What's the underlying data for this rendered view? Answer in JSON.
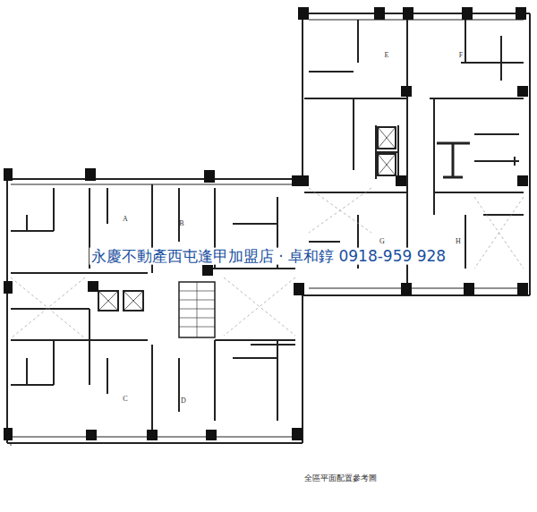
{
  "diagram": {
    "caption": "全區平面配置參考圖",
    "labels": [
      "E",
      "F",
      "A",
      "B",
      "G",
      "H",
      "永慶不動產西屯逢甲加盟店 · 卓和錞 0918-959 928",
      "C",
      "D"
    ]
  }
}
